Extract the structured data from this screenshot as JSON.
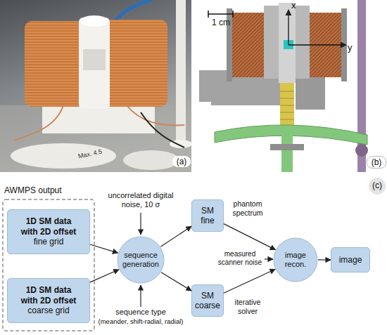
{
  "diagram": {
    "nodes": [
      {
        "text": [
          "AWMPS output"
        ]
      },
      {
        "text": [
          "1D SM data with 2D offset",
          "fine grid"
        ],
        "in": 0
      },
      {
        "text": [
          "1D SM data with 2D offset",
          "coarse grid"
        ],
        "in": 0
      },
      {
        "text": [
          "sequence generation"
        ]
      },
      {
        "text": [
          "SM fine"
        ]
      },
      {
        "text": [
          "SM coarse"
        ]
      },
      {
        "text": [
          "image recon."
        ]
      },
      {
        "text": [
          "image"
        ]
      }
    ],
    "edges": [
      {
        "from": 1,
        "to": 3,
        "arrow": "to"
      },
      {
        "from": 2,
        "to": 3,
        "arrow": "to"
      },
      {
        "from": 3,
        "to": 4,
        "arrow": "to"
      },
      {
        "from": 3,
        "to": 5,
        "arrow": "to"
      },
      {
        "from": 4,
        "to": 6,
        "label": "phantom spectrum",
        "arrow": "to"
      },
      {
        "from": 5,
        "to": 6,
        "label": "iterative solver",
        "arrow": "to"
      },
      {
        "from": 6,
        "to": 7,
        "arrow": "to"
      }
    ],
    "labels": [
      "(a)",
      "Max. 4.5",
      "(b)",
      "1 cm",
      "x",
      "y",
      "(c)",
      "uncorrelated digital noise, 10 σ",
      "sequence type",
      "(meander, shift-radial, radial)",
      "measured scanner noise"
    ]
  }
}
